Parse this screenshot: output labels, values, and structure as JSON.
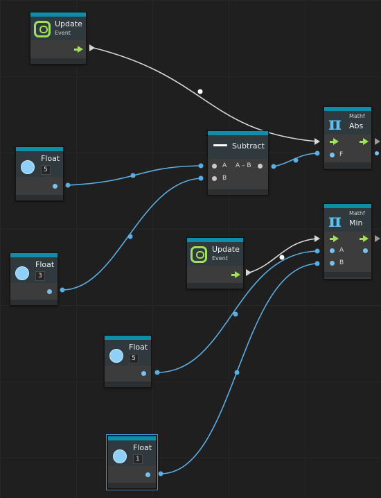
{
  "colors": {
    "flow": "#d8d8d8",
    "value": "#5aaee4",
    "accent": "#0d8fa8",
    "control": "#9fe15a"
  },
  "nodes": {
    "update_event_1": {
      "title": "Update",
      "subtitle": "Event",
      "icon": "loop-event-icon"
    },
    "float_5_a": {
      "title": "Float",
      "value": "5",
      "icon": "float-icon"
    },
    "subtract": {
      "title": "Subtract",
      "icon": "minus-icon",
      "port_a": "A",
      "port_b": "B",
      "output": "A – B"
    },
    "mathf_abs": {
      "title": "Abs",
      "subtitle": "Mathf",
      "icon": "pi-icon",
      "port_f": "F"
    },
    "float_3": {
      "title": "Float",
      "value": "3",
      "icon": "float-icon"
    },
    "update_event_2": {
      "title": "Update",
      "subtitle": "Event",
      "icon": "loop-event-icon"
    },
    "mathf_min": {
      "title": "Min",
      "subtitle": "Mathf",
      "icon": "pi-icon",
      "port_a": "A",
      "port_b": "B"
    },
    "float_5_b": {
      "title": "Float",
      "value": "5",
      "icon": "float-icon"
    },
    "float_1": {
      "title": "Float",
      "value": "1",
      "icon": "float-icon",
      "selected": true
    }
  }
}
